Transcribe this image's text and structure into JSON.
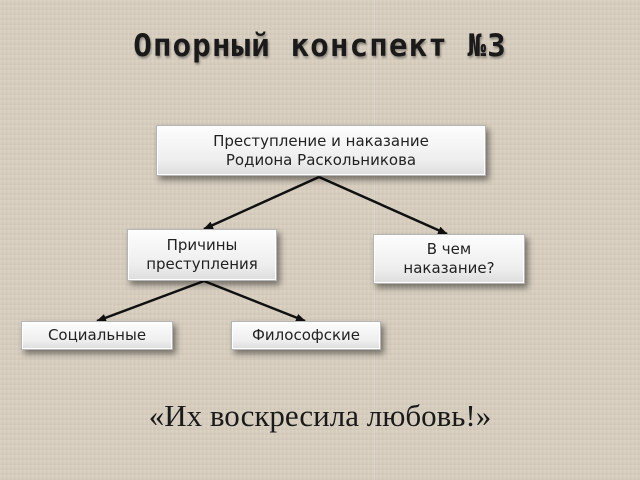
{
  "title": "Опорный конспект №3",
  "nodes": {
    "root": "Преступление и наказание\nРодиона Раскольникова",
    "causes": "Причины\nпреступления",
    "punishment": "В чем\nнаказание?",
    "social": "Социальные",
    "philosophical": "Философские"
  },
  "quote": "«Их воскресила любовь!»",
  "colors": {
    "background": "#d8cfbf",
    "box": "#f2f2f2",
    "line": "#111111",
    "text": "#222222"
  },
  "edges": [
    {
      "from": "root",
      "to": "causes"
    },
    {
      "from": "root",
      "to": "punishment"
    },
    {
      "from": "causes",
      "to": "social"
    },
    {
      "from": "causes",
      "to": "philosophical"
    }
  ]
}
